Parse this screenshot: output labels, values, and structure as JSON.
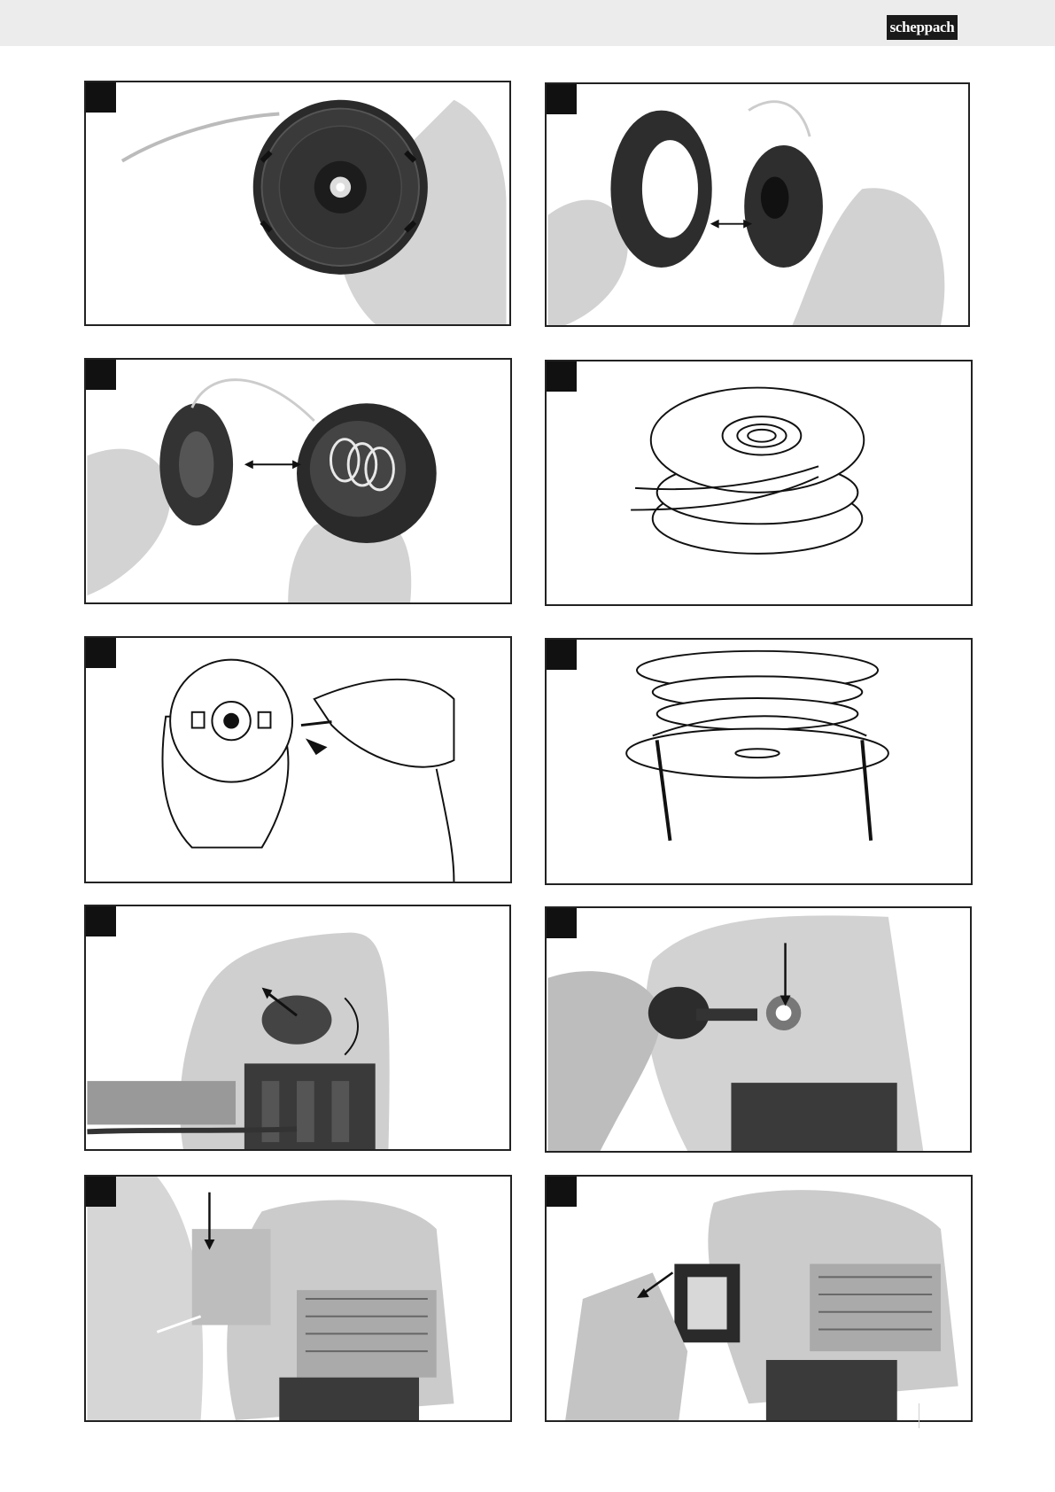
{
  "header": {
    "brand": "scheppach"
  },
  "figures": [
    {
      "id": "fig-1",
      "subject": "trimmer-spool-cover-in-hand"
    },
    {
      "id": "fig-2",
      "subject": "spool-removed-from-cover"
    },
    {
      "id": "fig-3",
      "subject": "spool-and-spring-housing"
    },
    {
      "id": "fig-4",
      "subject": "line-wound-on-spool-drawing"
    },
    {
      "id": "fig-5",
      "subject": "spool-line-threading-drawing"
    },
    {
      "id": "fig-6",
      "subject": "line-through-eyelets-drawing"
    },
    {
      "id": "fig-7",
      "subject": "tank-cap-open-rotation"
    },
    {
      "id": "fig-8",
      "subject": "tank-cap-removed"
    },
    {
      "id": "fig-9",
      "subject": "air-filter-cover-release"
    },
    {
      "id": "fig-10",
      "subject": "air-filter-cover-removed"
    }
  ],
  "colors": {
    "tag": "#111111",
    "topbar": "#ececec",
    "logo_bg": "#1a1a1a"
  }
}
